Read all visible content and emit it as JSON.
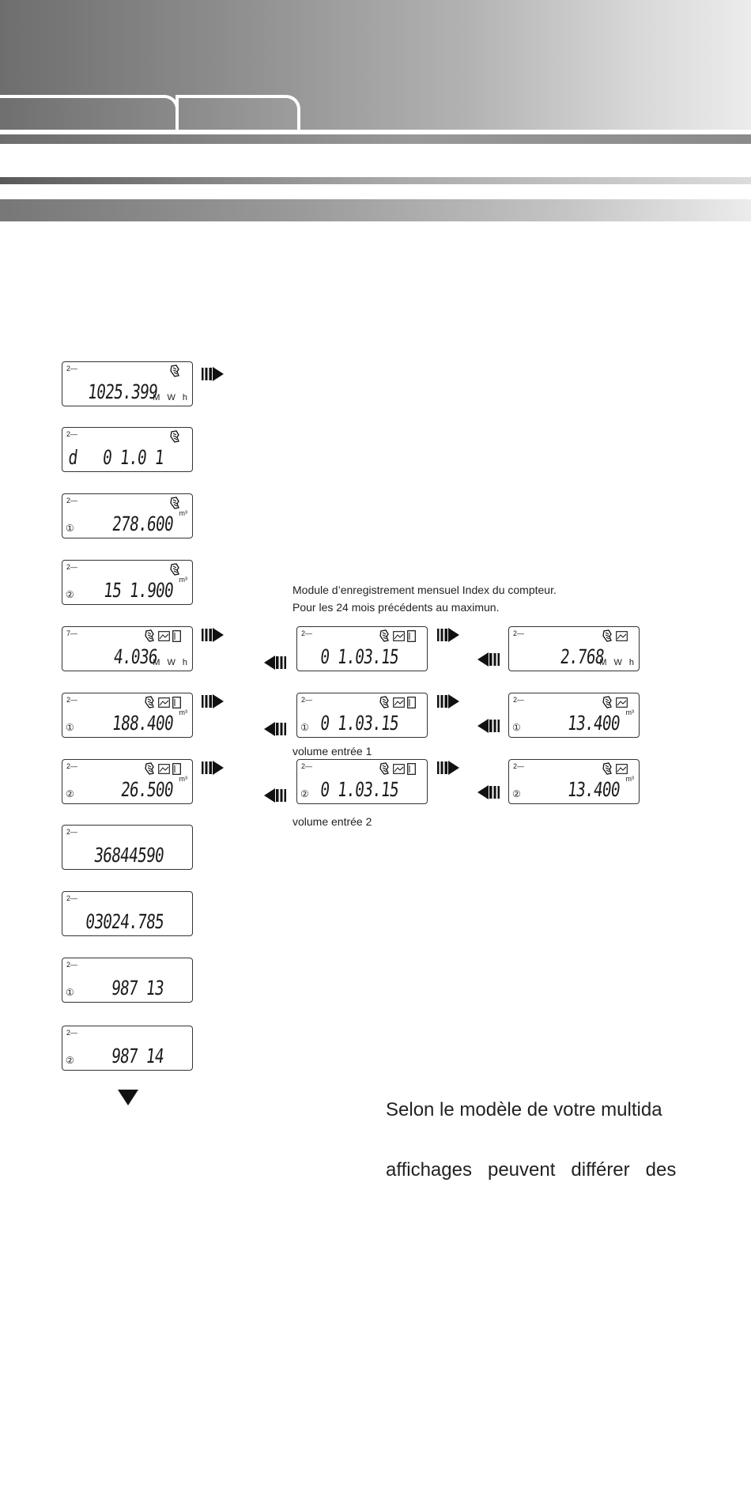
{
  "module_caption": {
    "line1": "Module d’enregistrement mensuel Index du compteur.",
    "line2": "Pour les 24 mois précédents au maximun."
  },
  "left_column": [
    {
      "tag": "2—",
      "icons": [
        "gear-hand-icon"
      ],
      "mark": "",
      "value": "1025.399",
      "unit": "M W h"
    },
    {
      "tag": "2—",
      "icons": [
        "gear-hand-icon"
      ],
      "mark": "",
      "prefix": "d",
      "value": "0 1.0 1",
      "unit": ""
    },
    {
      "tag": "2—",
      "icons": [
        "gear-hand-icon"
      ],
      "mark": "①",
      "value": "278.600",
      "unit": "m³"
    },
    {
      "tag": "2—",
      "icons": [
        "gear-hand-icon"
      ],
      "mark": "②",
      "value": "15 1.900",
      "unit": "m³"
    },
    {
      "tag": "7—",
      "icons": [
        "gear-hand-icon",
        "chart-icon",
        "door-icon"
      ],
      "mark": "",
      "value": "4.036",
      "unit": "M W h"
    },
    {
      "tag": "2—",
      "icons": [
        "gear-hand-icon",
        "chart-icon",
        "door-icon"
      ],
      "mark": "①",
      "value": "188.400",
      "unit": "m³"
    },
    {
      "tag": "2—",
      "icons": [
        "gear-hand-icon",
        "chart-icon",
        "door-icon"
      ],
      "mark": "②",
      "value": "26.500",
      "unit": "m³"
    },
    {
      "tag": "2—",
      "icons": [],
      "mark": "",
      "value": "36844590",
      "unit": ""
    },
    {
      "tag": "2—",
      "icons": [],
      "mark": "",
      "value": "03024.785",
      "unit": ""
    },
    {
      "tag": "2—",
      "icons": [],
      "mark": "①",
      "value": "987 13",
      "unit": ""
    },
    {
      "tag": "2—",
      "icons": [],
      "mark": "②",
      "value": "987 14",
      "unit": ""
    }
  ],
  "middle_column": [
    {
      "tag": "2—",
      "icons": [
        "gear-hand-icon",
        "chart-icon",
        "door-icon"
      ],
      "mark": "",
      "value": "0 1.03.15",
      "unit": ""
    },
    {
      "tag": "2—",
      "icons": [
        "gear-hand-icon",
        "chart-icon",
        "door-icon"
      ],
      "mark": "①",
      "value": "0 1.03.15",
      "unit": ""
    },
    {
      "tag": "2—",
      "icons": [
        "gear-hand-icon",
        "chart-icon",
        "door-icon"
      ],
      "mark": "②",
      "value": "0 1.03.15",
      "unit": ""
    }
  ],
  "right_column": [
    {
      "tag": "2—",
      "icons": [
        "gear-hand-icon",
        "chart-icon"
      ],
      "mark": "",
      "value": "2.768",
      "unit": "M W h"
    },
    {
      "tag": "2—",
      "icons": [
        "gear-hand-icon",
        "chart-icon"
      ],
      "mark": "①",
      "value": "13.400",
      "unit": "m³"
    },
    {
      "tag": "2—",
      "icons": [
        "gear-hand-icon",
        "chart-icon"
      ],
      "mark": "②",
      "value": "13.400",
      "unit": "m³"
    }
  ],
  "labels": {
    "volume1": "volume entrée 1",
    "volume2": "volume entrée 2"
  },
  "body_text": {
    "line1": "Selon le modèle de votre multida",
    "line2": "affichages   peuvent   différer   des"
  }
}
